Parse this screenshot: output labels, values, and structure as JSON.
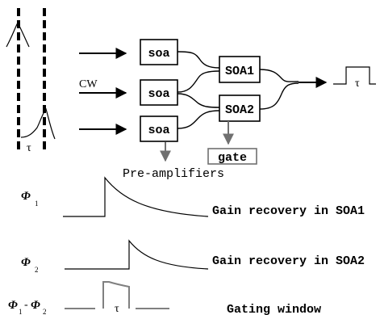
{
  "input": {
    "cw_label": "CW",
    "tau_label": "τ"
  },
  "blocks": {
    "soa_top": "soa",
    "soa_middle": "soa",
    "soa_bottom": "soa",
    "soa1": "SOA1",
    "soa2": "SOA2",
    "gate": "gate"
  },
  "labels": {
    "preamplifiers": "Pre-amplifiers",
    "output_tau": "τ",
    "phi1": "Φ",
    "phi1_sub": "1",
    "phi2": "Φ",
    "phi2_sub": "2",
    "phi_diff_a": "Φ",
    "phi_diff_a_sub": "1",
    "phi_diff_minus": "-",
    "phi_diff_b": "Φ",
    "phi_diff_b_sub": "2",
    "gating_tau": "τ"
  },
  "traces": {
    "soa1_caption": "Gain recovery in SOA1",
    "soa2_caption": "Gain recovery in SOA2",
    "gating_caption": "Gating window"
  },
  "colors": {
    "line": "#000000",
    "gray": "#808080",
    "gate_gray": "#707070"
  }
}
